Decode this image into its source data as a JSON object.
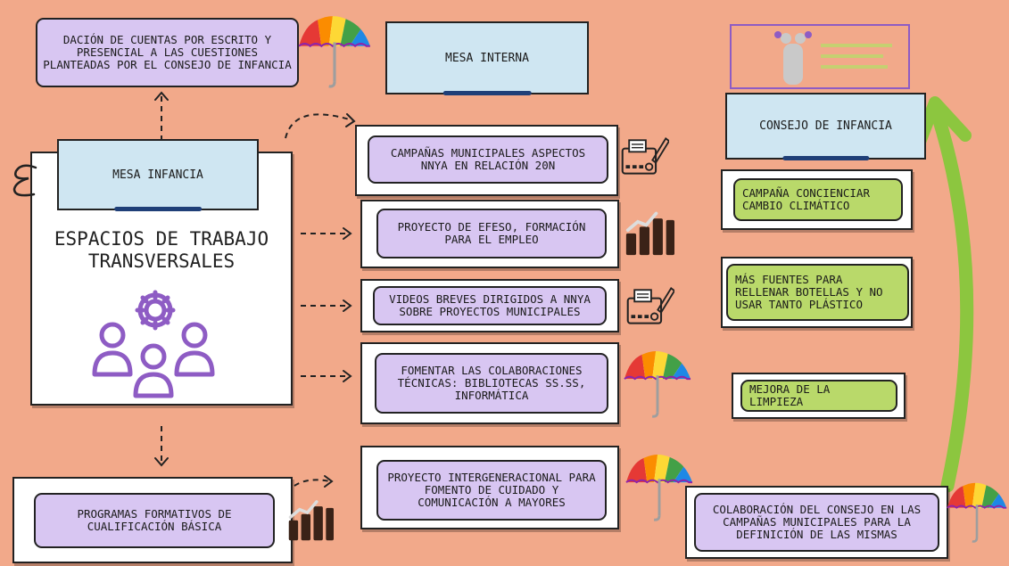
{
  "colors": {
    "background": "#f2a98a",
    "lavender": "#d8c6f2",
    "green": "#b9d96a",
    "blue_header": "#cfe6f2",
    "accent_purple": "#8e5cc4",
    "arrow_green": "#8cc63f"
  },
  "top_left_box": {
    "text": "DACIÓN DE CUENTAS POR ESCRITO Y PRESENCIAL A LAS CUESTIONES PLANTEADAS POR EL CONSEJO DE INFANCIA"
  },
  "mesa_interna": {
    "title": "MESA INTERNA"
  },
  "mesa_infancia": {
    "title": "MESA INFANCIA",
    "subtitle_line1": "ESPACIOS DE TRABAJO",
    "subtitle_line2": "TRANSVERSALES",
    "icon": "team-gear-icon"
  },
  "middle_items": [
    {
      "text": "CAMPAÑAS MUNICIPALES ASPECTOS NNyA EN RELACIÓN 20N",
      "icon": "printer-pen-icon"
    },
    {
      "text": "PROYECTO DE EFESO, FORMACIÓN PARA EL EMPLEO",
      "icon": "bar-chart-icon"
    },
    {
      "text": "VIDEOS BREVES DIRIGIDOS A NNyA SOBRE PROYECTOS MUNICIPALES",
      "icon": "printer-pen-icon"
    },
    {
      "text": "FOMENTAR LAS COLABORACIONES TÉCNICAS: BIBLIOTECAS SS.SS, INFORMÁTICA",
      "icon": "umbrella-icon"
    },
    {
      "text": "PROYECTO INTERGENERACIONAL PARA FOMENTO DE CUIDADO Y COMUNICACIÓN A MAYORES",
      "icon": "umbrella-icon"
    }
  ],
  "bottom_left_box": {
    "text": "PROGRAMAS FORMATIVOS DE CUALIFICACIÓN BÁSICA"
  },
  "consejo": {
    "title": "CONSEJO DE INFANCIA"
  },
  "right_items": [
    {
      "text": "CAMPAÑA CONCIENCIAR CAMBIO CLIMÁTICO"
    },
    {
      "text": "MÁS FUENTES PARA RELLENAR BOTELLAS Y NO USAR TANTO PLÁSTICO"
    },
    {
      "text": "MEJORA DE LA LIMPIEZA"
    }
  ],
  "bottom_right_box": {
    "text": "COLABORACIÓN DEL CONSEJO EN LAS CAMPAÑAS MUNICIPALES PARA LA DEFINICIÓN DE LAS MISMAS"
  }
}
